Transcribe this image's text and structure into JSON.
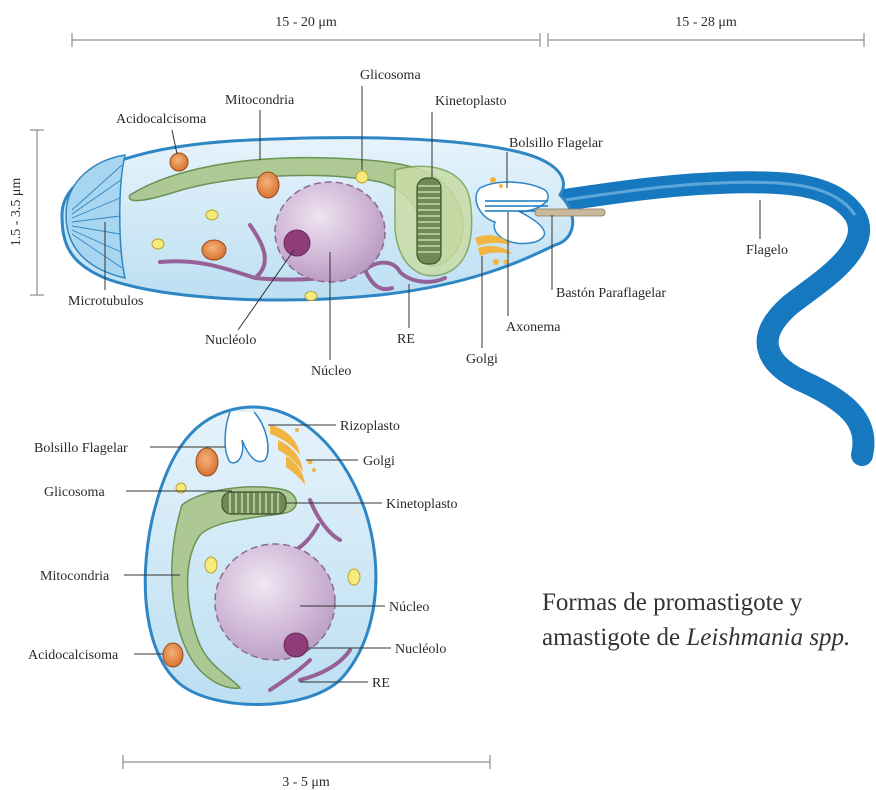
{
  "measurements": {
    "body_length": "15 - 20 μm",
    "flagellum_length": "15 - 28 μm",
    "body_width": "1.5 - 3.5 μm",
    "amastigote_width": "3 - 5 μm"
  },
  "promastigote": {
    "labels": {
      "glicosoma": "Glicosoma",
      "mitocondria": "Mitocondria",
      "acidocalcisoma": "Acidocalcisoma",
      "kinetoplasto": "Kinetoplasto",
      "bolsillo_flagelar": "Bolsillo Flagelar",
      "flagelo": "Flagelo",
      "baston_paraflagelar": "Bastón Paraflagelar",
      "axonema": "Axonema",
      "golgi": "Golgi",
      "re": "RE",
      "nucleo": "Núcleo",
      "nucleolo": "Nucléolo",
      "microtubulos": "Microtubulos"
    }
  },
  "amastigote": {
    "labels": {
      "rizoplasto": "Rizoplasto",
      "bolsillo_flagelar": "Bolsillo Flagelar",
      "golgi": "Golgi",
      "glicosoma": "Glicosoma",
      "kinetoplasto": "Kinetoplasto",
      "mitocondria": "Mitocondria",
      "nucleo": "Núcleo",
      "nucleolo": "Nucléolo",
      "acidocalcisoma": "Acidocalcisoma",
      "re": "RE"
    }
  },
  "caption": {
    "line1": "Formas de promastigote y",
    "line2_prefix": "amastigote de ",
    "line2_italic": "Leishmania spp."
  },
  "colors": {
    "cell_fill": "#cfe8f6",
    "cell_stroke": "#2f86c4",
    "flagellum": "#1679c0",
    "nucleus": "#cdb3d3",
    "nucleolus": "#8e3d7a",
    "mitochondria": "#a9c58a",
    "er": "#8e4a86",
    "acidocalcisome": "#e0874a",
    "glycosome": "#f5ea7a",
    "golgi": "#f1b541"
  }
}
